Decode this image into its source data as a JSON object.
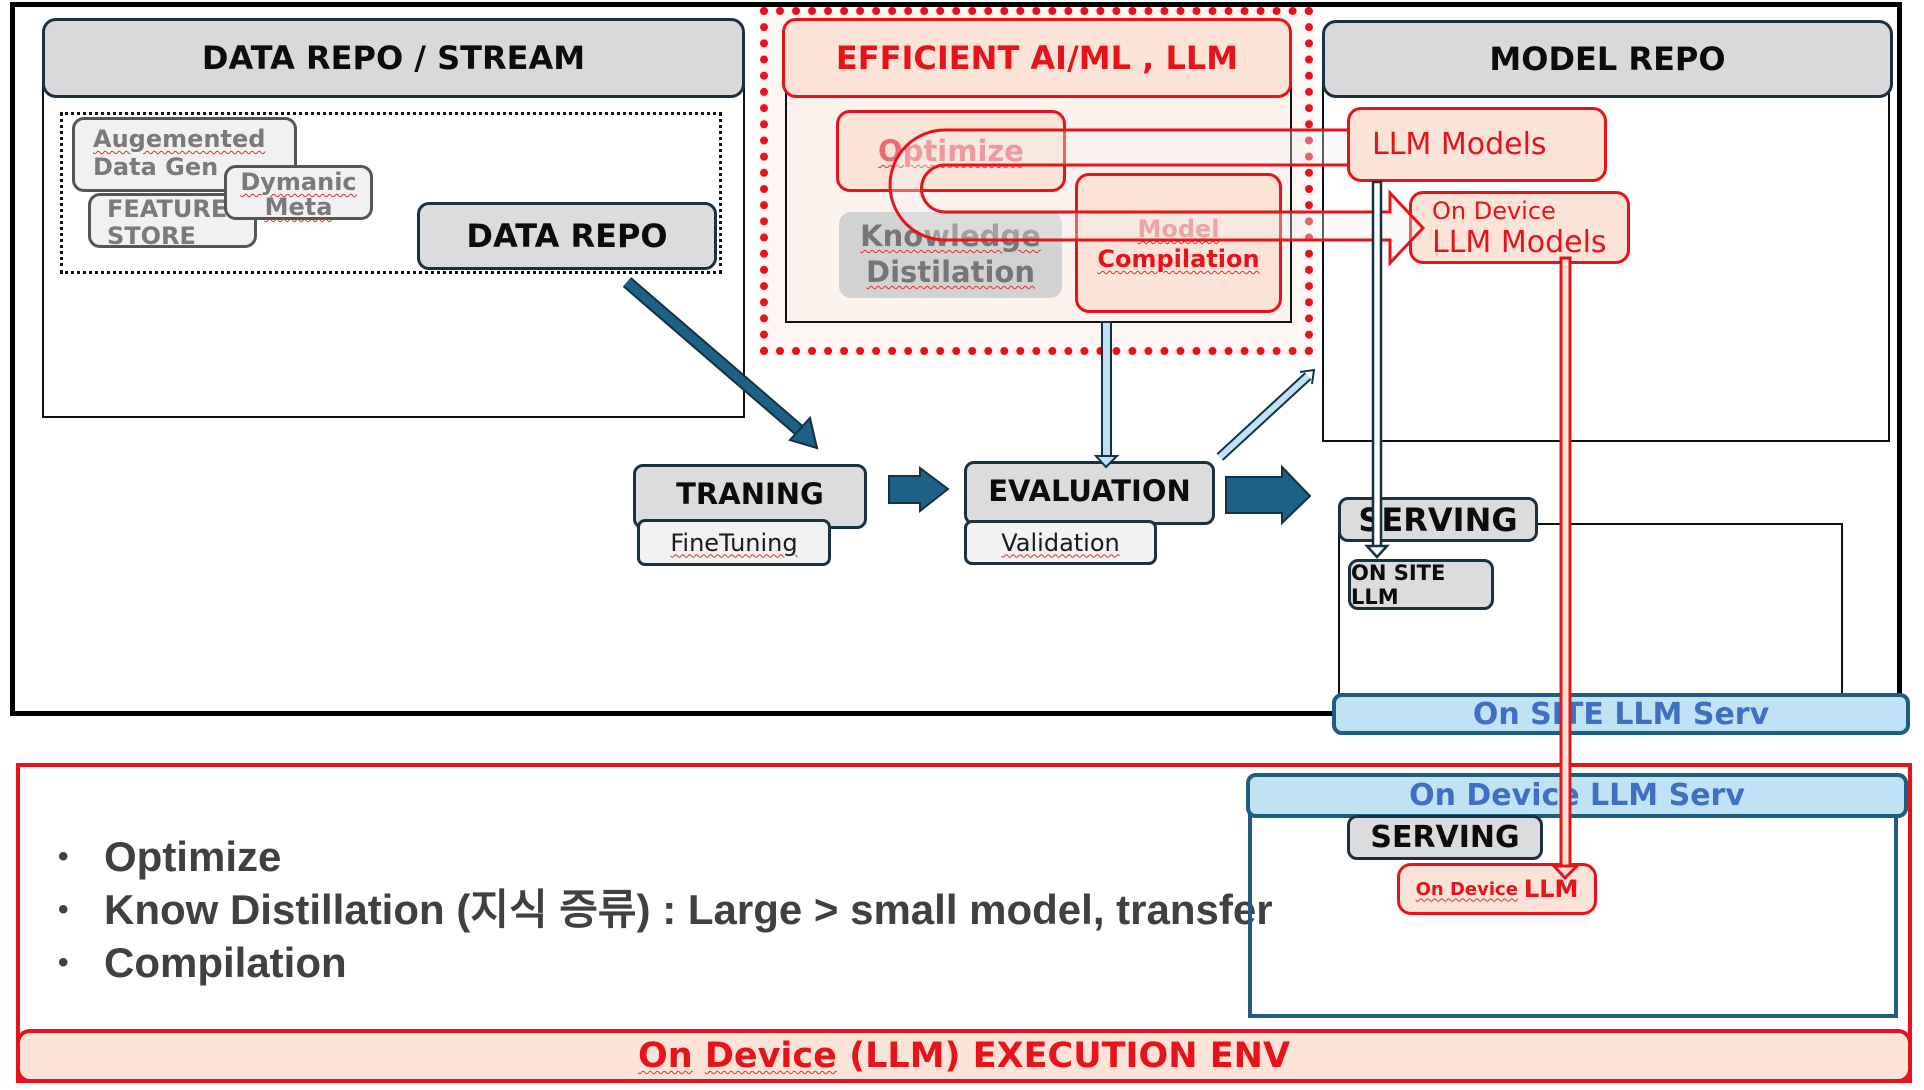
{
  "sections": {
    "data_repo_stream": {
      "title": "DATA REPO / STREAM",
      "items": [
        {
          "line1": "Augemented",
          "line2": "Data Gen"
        },
        {
          "line1": "FEATURE",
          "line2": "STORE"
        },
        {
          "line1": "Dymanic",
          "line2": "Meta"
        }
      ],
      "data_repo_label": "DATA REPO"
    },
    "efficient": {
      "title": "EFFICIENT AI/ML , LLM",
      "optimize": "Optimize",
      "knowledge_line1": "Knowledge",
      "knowledge_line2": "Distilation",
      "compilation_line1": "Model",
      "compilation_line2": "Compilation"
    },
    "model_repo": {
      "title": "MODEL REPO",
      "llm_models": "LLM Models",
      "on_device_line1": "On Device",
      "on_device_line2": "LLM Models"
    },
    "pipeline": {
      "training": "TRANING",
      "finetuning": "FineTuning",
      "evaluation": "EVALUATION",
      "validation": "Validation"
    },
    "serving_site": {
      "serving": "SERVING",
      "on_site_llm": "ON SITE LLM",
      "bar": "On SITE LLM Serv"
    },
    "serving_device": {
      "bar": "On Device LLM Serv",
      "serving": "SERVING",
      "on_device_prefix": "On Device",
      "on_device_suffix": "LLM"
    },
    "notes": {
      "bullets": [
        "Optimize",
        "Know Distillation (지식 증류) : Large > small model, transfer",
        "Compilation"
      ],
      "bullet_symbol": "•"
    },
    "execution_env": {
      "prefix1": "On",
      "prefix2": "Device",
      "rest": "(LLM) EXECUTION ENV"
    }
  },
  "colors": {
    "red": "#e8131a",
    "red_fill": "#fbe3d7",
    "dark_blue": "#1e5d7d",
    "light_blue": "#bfe2f4",
    "gray_box": "#dcdcde",
    "text_blue": "#3e6fc2"
  }
}
